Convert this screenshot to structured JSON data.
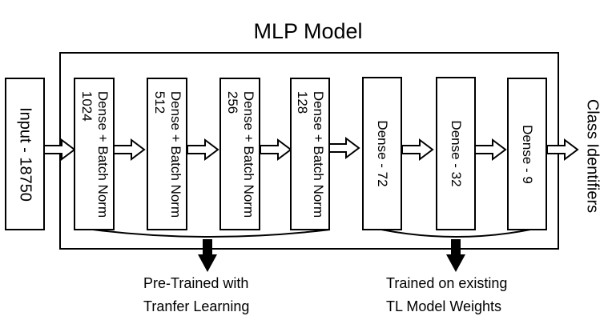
{
  "diagram": {
    "title": "MLP Model",
    "input_label": "Input - 18750",
    "output_label": "Class Identifiers",
    "layers": [
      {
        "line1": "Dense + Batch Norm",
        "line2": "1024"
      },
      {
        "line1": "Dense + Batch Norm",
        "line2": "512"
      },
      {
        "line1": "Dense + Batch Norm",
        "line2": "256"
      },
      {
        "line1": "Dense + Batch Norm",
        "line2": "128"
      },
      {
        "line1": "Dense - 72",
        "line2": ""
      },
      {
        "line1": "Dense - 32",
        "line2": ""
      },
      {
        "line1": "Dense - 9",
        "line2": ""
      }
    ],
    "groups": [
      {
        "line1": "Pre-Trained with",
        "line2": "Tranfer Learning"
      },
      {
        "line1": "Trained on existing",
        "line2": "TL Model Weights"
      }
    ]
  }
}
